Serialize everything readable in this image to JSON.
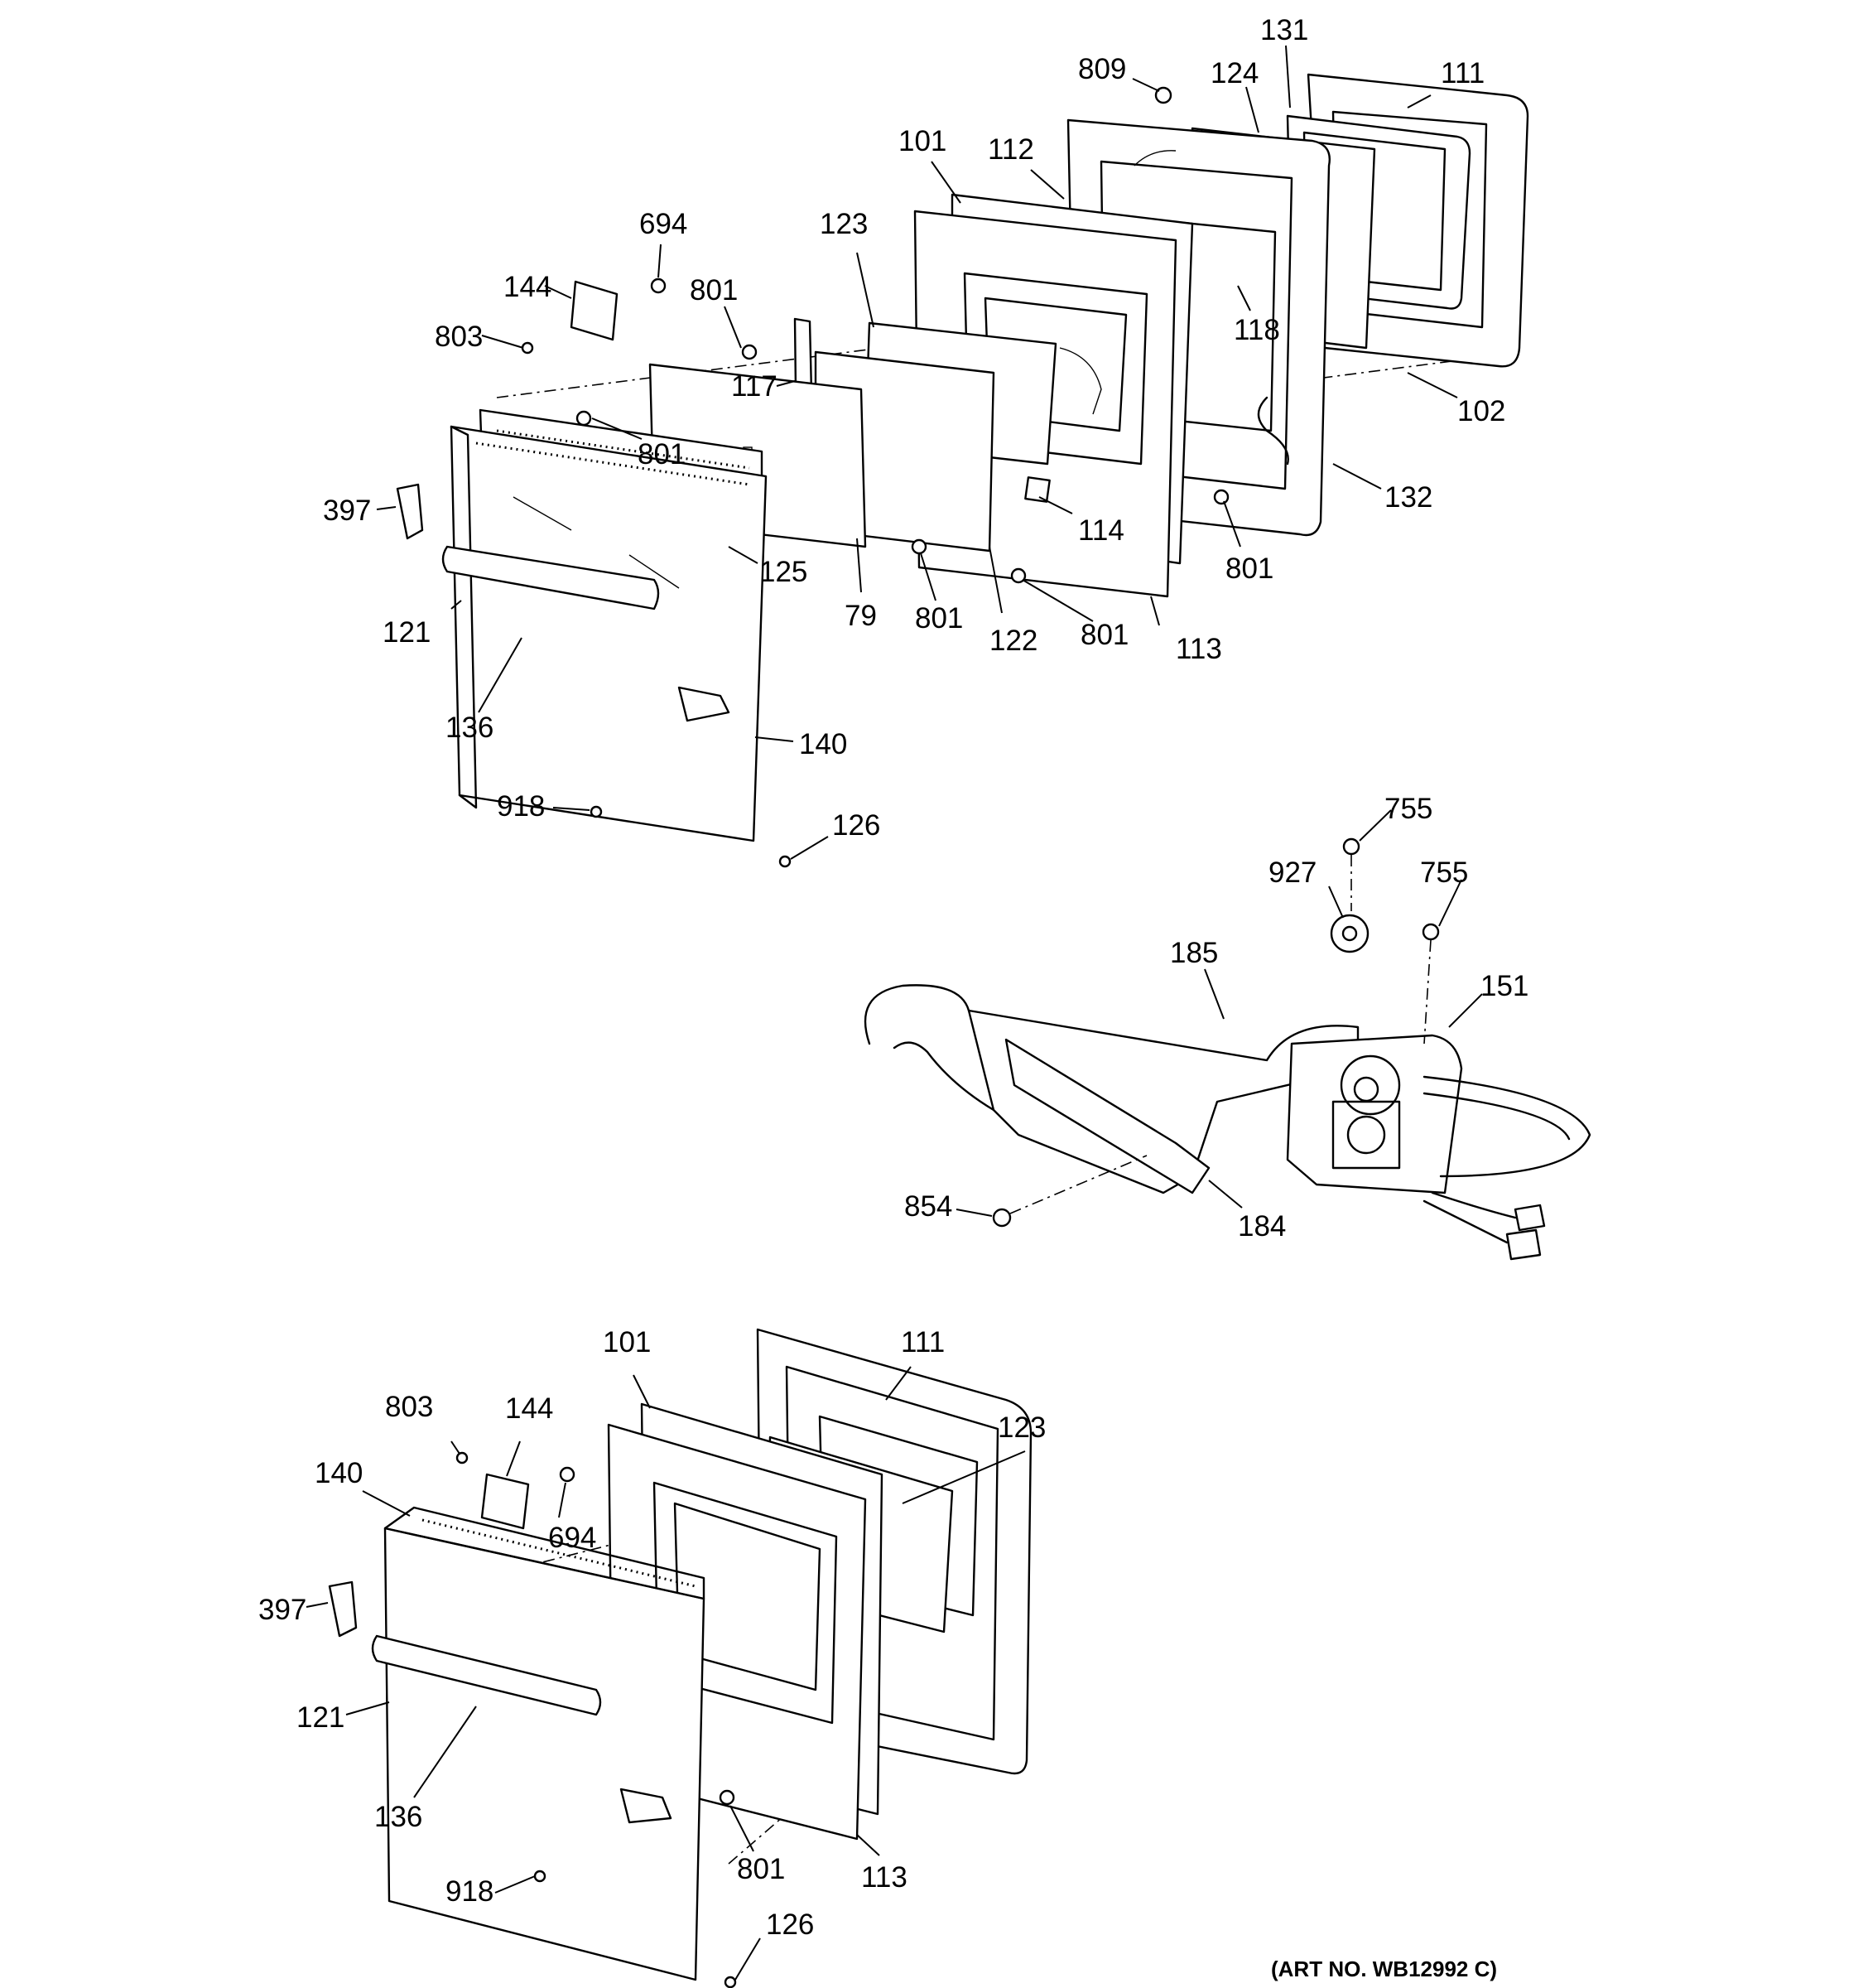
{
  "art_number": "(ART NO. WB12992 C)",
  "upper_door_callouts": [
    "809",
    "131",
    "124",
    "111",
    "101",
    "112",
    "694",
    "123",
    "144",
    "801",
    "803",
    "117",
    "118",
    "102",
    "801",
    "397",
    "125",
    "114",
    "132",
    "801",
    "121",
    "79",
    "801",
    "122",
    "801",
    "113",
    "136",
    "140",
    "918",
    "126"
  ],
  "drawer_assembly_callouts": [
    "755",
    "927",
    "755",
    "185",
    "151",
    "854",
    "184"
  ],
  "lower_door_callouts": [
    "101",
    "111",
    "803",
    "144",
    "123",
    "140",
    "694",
    "397",
    "121",
    "136",
    "801",
    "113",
    "918",
    "126"
  ]
}
